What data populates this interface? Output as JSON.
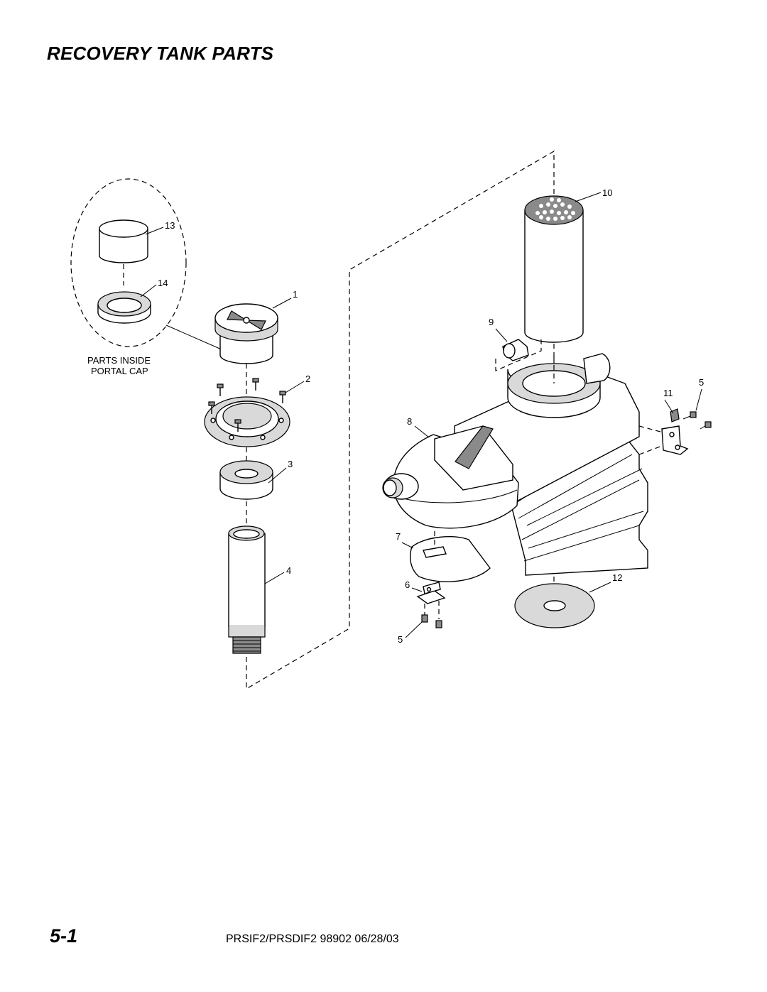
{
  "header": {
    "title": "RECOVERY TANK PARTS"
  },
  "footer": {
    "page_number": "5-1",
    "doc_ref": "PRSIF2/PRSDIF2 98902  06/28/03"
  },
  "diagram": {
    "callouts": {
      "c1": "1",
      "c2": "2",
      "c3": "3",
      "c4": "4",
      "c5a": "5",
      "c5b": "5",
      "c6": "6",
      "c7": "7",
      "c8": "8",
      "c9": "9",
      "c10": "10",
      "c11": "11",
      "c12": "12",
      "c13": "13",
      "c14": "14"
    },
    "inset_label_line1": "PARTS INSIDE",
    "inset_label_line2": "PORTAL CAP"
  }
}
